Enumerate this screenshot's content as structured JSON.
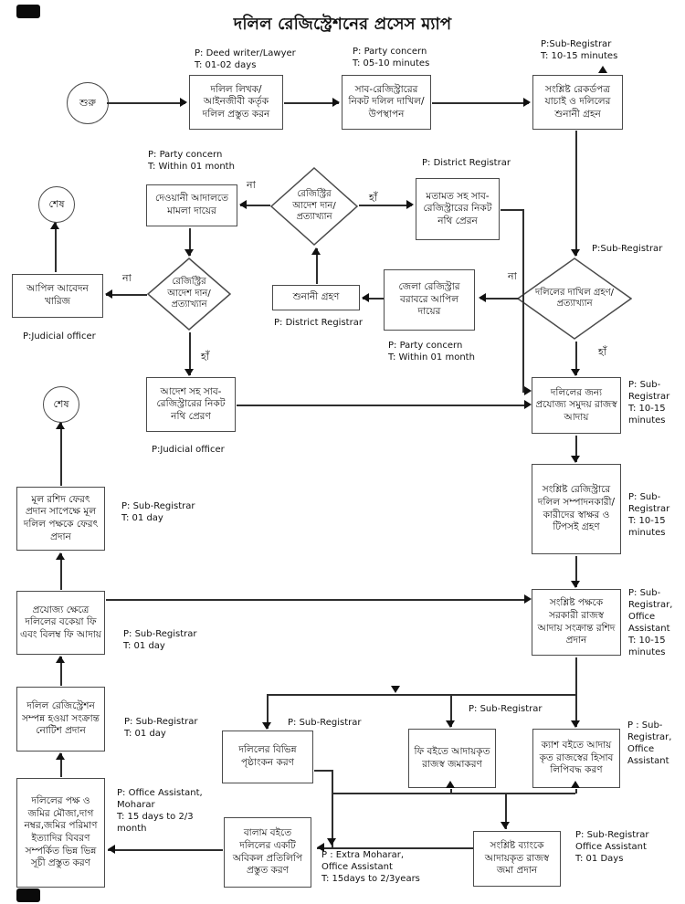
{
  "title": "দলিল রেজিস্ট্রেশনের প্রসেস ম্যাপ",
  "labels": {
    "yes": "হাঁ",
    "no": "না"
  },
  "nodes": {
    "start": {
      "label": "শুরু"
    },
    "end1": {
      "label": "শেষ"
    },
    "end2": {
      "label": "শেষ"
    },
    "prepare": {
      "label": "দলিল লিখক/ আইনজীবী কর্তৃক দলিল প্রস্তুত করন",
      "note": "P: Deed writer/Lawyer\nT: 01-02 days"
    },
    "submit": {
      "label": "সাব-রেজিস্ট্রারের নিকট দলিল দাখিল/উপস্থাপন",
      "note": "P: Party concern\nT: 05-10 minutes"
    },
    "verify": {
      "label": "সংশ্লিষ্ট রেকর্ডপত্র যাচাই ও দলিলের শুনানী গ্রহন",
      "note": "P:Sub-Registrar\nT: 10-15 minutes"
    },
    "filing_decision": {
      "label": "দলিলের দাখিল গ্রহণ/প্রত্যাখ্যান",
      "note": "P:Sub-Registrar"
    },
    "district_appeal": {
      "label": "জেলা রেজিস্ট্রার বরাবরে আপিল দায়ের",
      "note": "P: Party concern\nT: Within 01 month"
    },
    "hearing": {
      "label": "শুনানী গ্রহণ",
      "note": "P: District Registrar"
    },
    "order_decision_1": {
      "label": "রেজিস্ট্রির আদেশ দান/ প্রত্যাখ্যান"
    },
    "civil_court": {
      "label": "দেওয়ানী আদালতে মামলা দায়ের",
      "note": "P: Party concern\nT: Within 01 month"
    },
    "opinion": {
      "label": "মতামত সহ সাব- রেজিস্ট্রারের নিকট নথি প্রেরন",
      "note": "P: District Registrar"
    },
    "order_decision_2": {
      "label": "রেজিস্ট্রির আদেশ দান/ প্রত্যাখ্যান"
    },
    "appeal_dismiss": {
      "label": "আপিল আবেদন খারিজ",
      "note": "P:Judicial officer"
    },
    "order_docs": {
      "label": "আদেশ সহ সাব- রেজিস্ট্রারের নিকট নথি প্রেরণ",
      "note": "P:Judicial officer"
    },
    "revenue": {
      "label": "দলিলের জন্য প্রযোজ্য সমুদয় রাজস্ব আদায়",
      "note": "P: Sub-\nRegistrar\nT: 10-15\nminutes"
    },
    "signatures": {
      "label": "সংশ্লিষ্ট রেজিস্ট্রারে দলিল সম্পাদনকারী/ কারীদের স্বাক্ষর ও টিপসই গ্রহণ",
      "note": "P: Sub-\nRegistrar\nT: 10-15\nminutes"
    },
    "receipt": {
      "label": "সংশ্লিষ্ট পক্ষকে সরকারী রাজস্ব আদায় সংক্রান্ত রশিদ প্রদান",
      "note": "P: Sub-\nRegistrar,\nOffice\nAssistant\nT: 10-15\nminutes"
    },
    "return_deed": {
      "label": "মূল রশিদ ফেরৎ প্রদান সাপেক্ষে মূল দলিল পক্ষকে ফেরৎ প্রদান",
      "note": "P: Sub-Registrar\nT: 01 day"
    },
    "due_fees": {
      "label": "প্রযোজ্য ক্ষেত্রে দলিলের বকেয়া ফি এবং বিলম্ব ফি আদায়",
      "note": "P: Sub-Registrar\nT: 01 day"
    },
    "notice": {
      "label": "দলিল রেজিস্ট্রেশন সম্পন্ন হওয়া সংক্রান্ত নোটিশ প্রদান",
      "note": "P: Sub-Registrar\nT: 01 day"
    },
    "index_prep": {
      "label": "দলিলের পক্ষ ও জমির মৌজা,দাগ নম্বর,জমির পরিমাণ ইত্যাদির বিবরণ সম্পর্কিত ভিন্ন ভিন্ন সূচী প্রস্তুত করণ",
      "note": "P: Office Assistant,\nMoharar\nT: 15 days to 2/3\nmonth"
    },
    "endorse": {
      "label": "দলিলের বিভিন্ন পৃষ্ঠাংকন করণ",
      "note": "P: Sub-Registrar"
    },
    "fee_book": {
      "label": "ফি বইতে আদায়কৃত রাজস্ব জমাকরণ",
      "note": "P: Sub-Registrar"
    },
    "cash_book": {
      "label": "ক্যাশ বইতে আদায় কৃত রাজস্বের হিসাব লিপিবদ্ধ করণ",
      "note": "P : Sub-\nRegistrar,\nOffice\nAssistant"
    },
    "balam_book": {
      "label": "বালাম বইতে দলিলের একটি অবিকল প্রতিলিপি প্রস্তুত করণ",
      "note": "P : Extra Moharar,\nOffice Assistant\nT: 15days to 2/3years"
    },
    "bank_deposit": {
      "label": "সংশ্লিষ্ট ব্যাংকে আদায়কৃত রাজস্ব জমা প্রদান",
      "note": "P: Sub-Registrar\nOffice Assistant\nT: 01 Days"
    }
  }
}
